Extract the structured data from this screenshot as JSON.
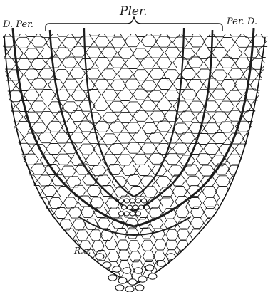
{
  "figure": {
    "labels": {
      "plerome": "Pler.",
      "dermatogen_periblem": "D. Per.",
      "periblem_dermatogen": "Per. D.",
      "root_cap": "R.c."
    },
    "colors": {
      "ink": "#1a1a1a",
      "paper": "#ffffff"
    }
  }
}
